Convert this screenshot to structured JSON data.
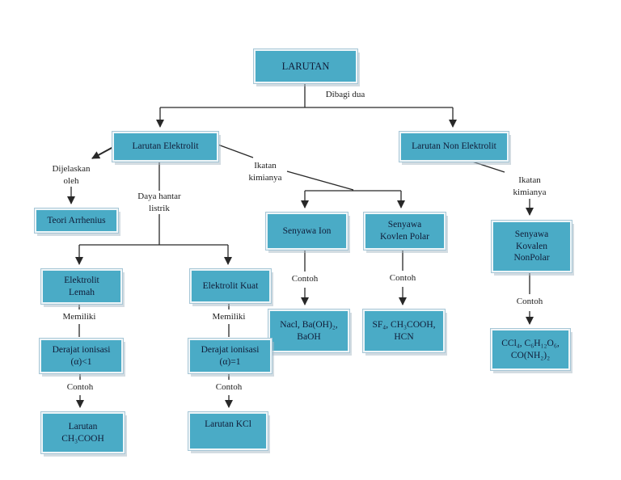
{
  "diagram": {
    "type": "concept-map",
    "language": "Indonesian",
    "colors": {
      "box_fill": "#4BACC6",
      "box_border_inner": "#EEF5F8",
      "box_border_outer": "#A6C6D6",
      "box_shadow": "#A8B9C6",
      "box_text": "#101C38",
      "line": "#282828",
      "background": "#FFFFFF"
    }
  },
  "nodes": {
    "larutan": "LARUTAN",
    "larutan_elektrolit": "Larutan Elektrolit",
    "larutan_non_elektrolit": "Larutan Non Elektrolit",
    "teori_arrhenius": "Teori Arrhenius",
    "elektrolit_lemah": "Elektrolit\nLemah",
    "elektrolit_kuat": "Elektrolit Kuat",
    "senyawa_ion": "Senyawa Ion",
    "senyawa_kovlen_polar": "Senyawa\nKovlen Polar",
    "senyawa_kovalen_nonpolar": "Senyawa\nKovalen\nNonPolar",
    "ion_examples": "Nacl, Ba(OH)₂,\nBaOH",
    "polar_examples": "SF₄, CH₃COOH,\nHCN",
    "nonpolar_examples": "CCl₄, C₆H₁₂O₆,\nCO(NH₂)₂",
    "derajat_ionisasi_lt1": "Derajat ionisasi\n(α)<1",
    "derajat_ionisasi_eq1": "Derajat ionisasi\n(α)=1",
    "larutan_ch3cooh": "Larutan\nCH₃COOH",
    "larutan_kcl": "Larutan KCl"
  },
  "labels": {
    "dibagi_dua": "Dibagi dua",
    "dijelaskan_oleh": "Dijelaskan\noleh",
    "daya_hantar_listrik": "Daya hantar\nlistrik",
    "ikatan_kimianya_left": "Ikatan\nkimianya",
    "ikatan_kimianya_right": "Ikatan\nkimianya",
    "memiliki_left": "Memiliki",
    "memiliki_right": "Memiliki",
    "contoh_ion": "Contoh",
    "contoh_polar": "Contoh",
    "contoh_nonpolar": "Contoh",
    "contoh_lemah": "Contoh",
    "contoh_kuat": "Contoh"
  }
}
